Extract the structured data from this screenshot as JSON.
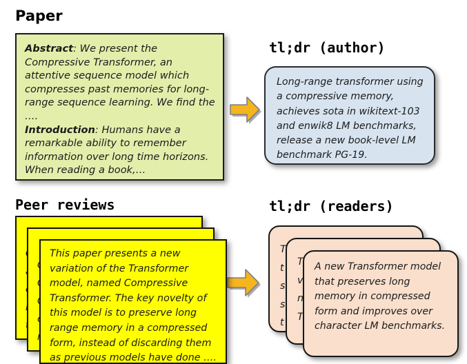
{
  "figure": {
    "background_color": "#ffffff",
    "accent_arrow_color": "#f5b51f",
    "arrow_outline_color": "#7f7f7f"
  },
  "paper_section": {
    "heading": "Paper",
    "box_color": "#e3eeab",
    "abstract_label": "Abstract",
    "abstract_text": ": We present the Compressive Transformer, an attentive sequence model which compresses past memories for long-range sequence learning. We find the ….",
    "introduction_label": "Introduction",
    "introduction_text": ": Humans have a remarkable ability to remember information over long time horizons. When reading a book,…"
  },
  "tldr_author_section": {
    "heading": "tl;dr (author)",
    "box_color": "#d7e4f0",
    "text": "Long-range transformer using a compressive memory, achieves sota in wikitext-103 and enwik8 LM benchmarks, release a new book-level LM benchmark PG-19."
  },
  "peer_reviews_section": {
    "heading": "Peer reviews",
    "card_color": "#ffff00",
    "front_card_text": "This paper presents a new variation of the Transformer model, named Compressive Transformer. The key novelty of this model is to preserve long range memory in a compressed form, instead of discarding them as previous models have done ….",
    "back_card_2_text": "C\nC\nC\ne\nn\nt",
    "back_card_3_text": "C\na\ne\nn\nt"
  },
  "tldr_readers_section": {
    "heading": "tl;dr (readers)",
    "card_color": "#f9dfcc",
    "front_card_text": "A new Transformer model that preserves long memory in compressed form and improves over character LM benchmarks.",
    "back_card_2_text": "T\nv\nn\nT",
    "back_card_3_text": "Th\nt\ns\ns\nt"
  },
  "arrows": {
    "top_arrow_label": "paper-to-author-tldr-arrow",
    "bottom_arrow_label": "reviews-to-readers-tldr-arrow"
  }
}
